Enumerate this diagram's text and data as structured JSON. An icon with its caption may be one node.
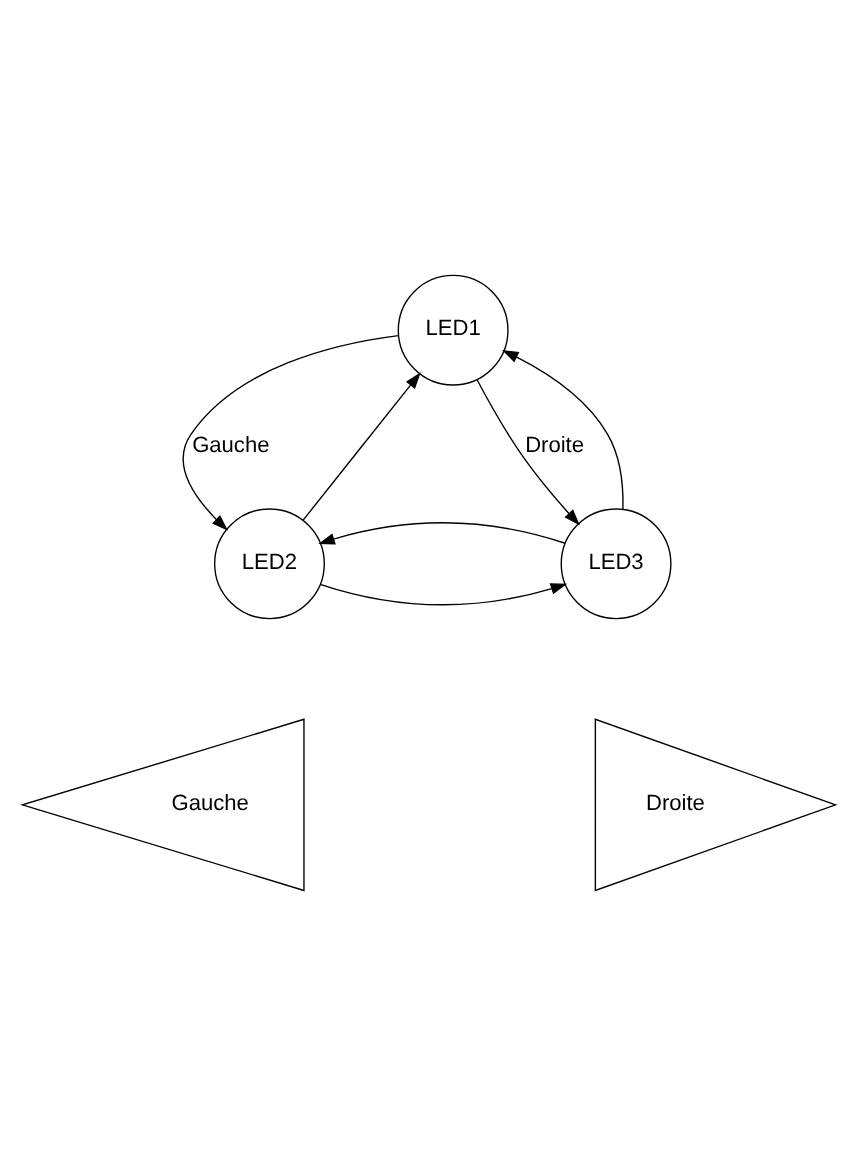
{
  "diagram": {
    "nodes": [
      {
        "text": [
          "LED1"
        ]
      },
      {
        "text": [
          "LED2"
        ]
      },
      {
        "text": [
          "LED3"
        ]
      },
      {
        "text": [
          "Gauche"
        ]
      },
      {
        "text": [
          "Droite"
        ]
      }
    ],
    "edges": [
      {
        "from": 0,
        "to": 2,
        "arrow": "to",
        "label": "Droite"
      },
      {
        "from": 0,
        "to": 1,
        "arrow": "to",
        "label": "Gauche"
      },
      {
        "from": 2,
        "to": 0,
        "arrow": "to"
      },
      {
        "from": 1,
        "to": 0,
        "arrow": "to"
      },
      {
        "from": 1,
        "to": 2,
        "arrow": "to"
      },
      {
        "from": 2,
        "to": 1,
        "arrow": "to"
      }
    ]
  }
}
